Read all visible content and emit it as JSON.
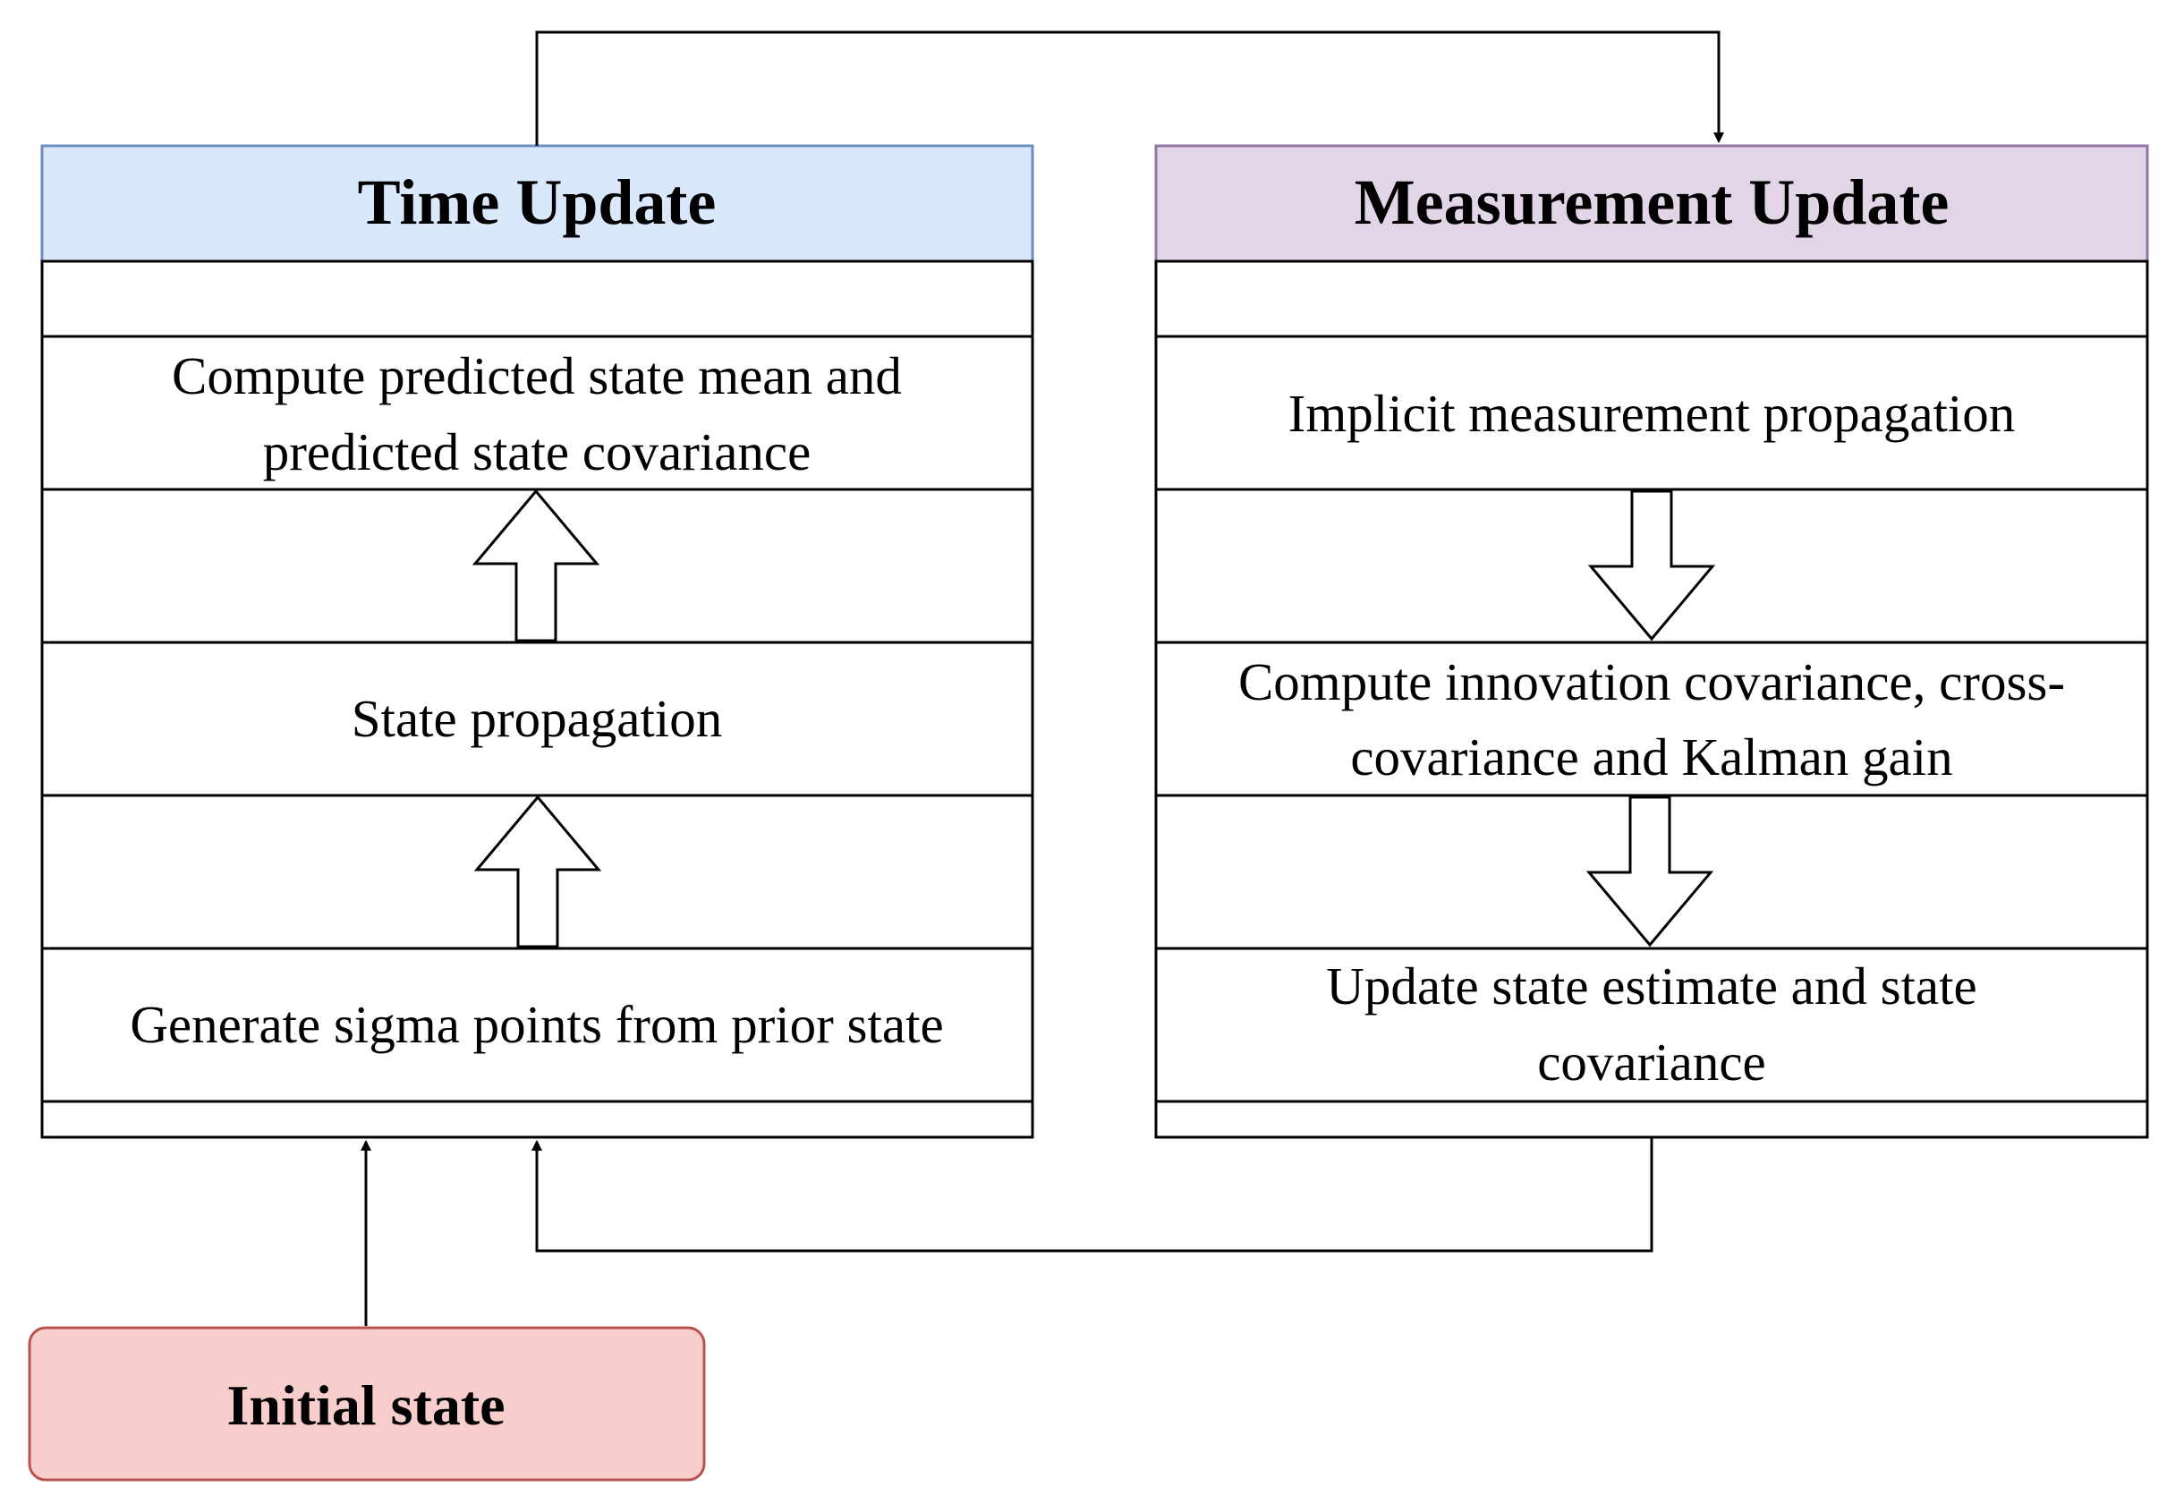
{
  "time_update": {
    "title": "Time Update",
    "header_fill": "#dae8fc",
    "header_stroke": "#6c8ebf",
    "steps": {
      "predicted_line1": "Compute predicted state mean and",
      "predicted_line2": "predicted state covariance",
      "state_propagation": "State propagation",
      "sigma_points": "Generate sigma points from prior state"
    }
  },
  "measurement_update": {
    "title": "Measurement Update",
    "header_fill": "#e1d5e7",
    "header_stroke": "#9673a6",
    "steps": {
      "implicit_propagation": "Implicit measurement propagation",
      "innovation_line1": "Compute innovation covariance, cross-",
      "innovation_line2": "covariance and Kalman gain",
      "update_line1": "Update state estimate and state",
      "update_line2": "covariance"
    }
  },
  "initial_state": {
    "label": "Initial state",
    "fill": "#f8cecc",
    "stroke": "#b85450"
  },
  "icons": {
    "step_arrow": "hollow-block-arrow-icon",
    "connector_arrow": "arrowhead-icon"
  }
}
